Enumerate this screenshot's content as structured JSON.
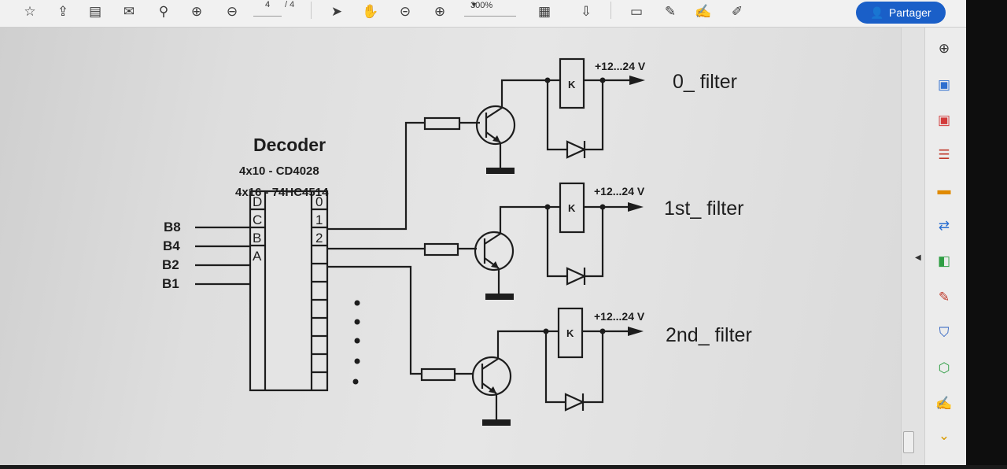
{
  "toolbar": {
    "page_current": "4",
    "page_total": "/ 4",
    "zoom": "300%",
    "share_label": "Partager",
    "icons": [
      "star-icon",
      "upload-icon",
      "print-icon",
      "mail-icon",
      "search-icon",
      "up-icon",
      "down-icon",
      "select-cursor-icon",
      "hand-icon",
      "zoom-out-icon",
      "zoom-in-icon",
      "fit-page-icon",
      "scroll-mode-icon",
      "comment-icon",
      "pen-icon",
      "signature-icon",
      "fill-sign-icon"
    ]
  },
  "right_panel": {
    "icons": [
      "zoom-icon",
      "export-pdf-icon",
      "create-pdf-icon",
      "organize-pages-icon",
      "comment-icon",
      "compare-icon",
      "edit-icon",
      "fill-sign-icon",
      "protect-icon",
      "optimize-icon",
      "sign-icon",
      "more-tools-icon"
    ]
  },
  "schematic": {
    "decoder_title": "Decoder",
    "decoder_line1": "4x10 - CD4028",
    "decoder_line2": "4x16 - 74HC4514",
    "inputs": [
      "B8",
      "B4",
      "B2",
      "B1"
    ],
    "input_pins": [
      "D",
      "C",
      "B",
      "A"
    ],
    "output_pins": [
      "0",
      "1",
      "2"
    ],
    "relay_label": "K",
    "supply": "+12...24 V",
    "filters": [
      "0_ filter",
      "1st_ filter",
      "2nd_ filter"
    ]
  }
}
